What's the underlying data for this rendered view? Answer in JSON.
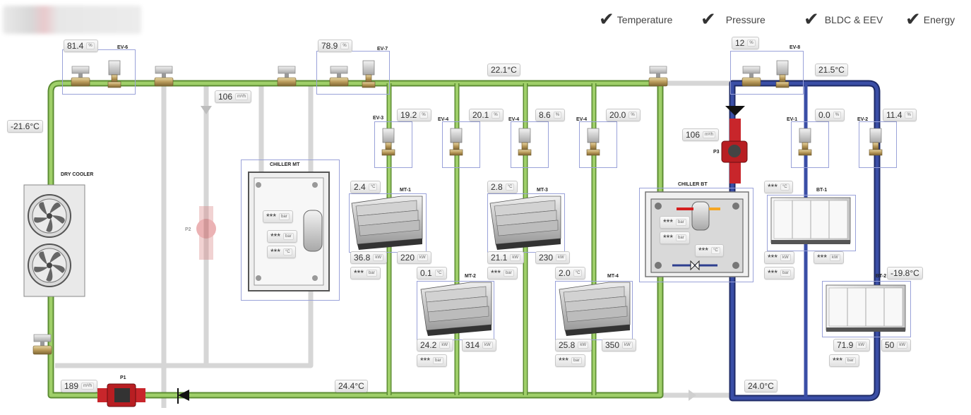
{
  "filters": [
    {
      "label": "Temperature",
      "checked": true
    },
    {
      "label": "Pressure",
      "checked": true
    },
    {
      "label": "BLDC & EEV",
      "checked": true
    },
    {
      "label": "Energy",
      "checked": true
    }
  ],
  "units": {
    "bar": "bar",
    "m3h": "m³/h",
    "pct": "%",
    "kw": "kW",
    "c": "°C"
  },
  "equipment": {
    "dry_cooler": "DRY COOLER",
    "chiller_mt": "CHILLER MT",
    "chiller_bt": "CHILLER BT",
    "mt1": "MT-1",
    "mt2": "MT-2",
    "mt3": "MT-3",
    "mt4": "MT-4",
    "bt1": "BT-1",
    "bt2": "BT-2",
    "p1": "P1",
    "p2": "P2",
    "p3": "P3"
  },
  "valves": {
    "ev6": {
      "label": "EV-6",
      "value": "81.4"
    },
    "ev7": {
      "label": "EV-7",
      "value": "78.9"
    },
    "ev8": {
      "label": "EV-8",
      "value": "12"
    },
    "ev3": {
      "label": "EV-3",
      "value": "19.2"
    },
    "ev4a": {
      "label": "EV-4",
      "value": "20.1"
    },
    "ev4b": {
      "label": "EV-4",
      "value": "8.6"
    },
    "ev4c": {
      "label": "EV-4",
      "value": "20.0"
    },
    "ev1": {
      "label": "EV-1",
      "value": "0.0"
    },
    "ev2": {
      "label": "EV-2",
      "value": "11.4"
    }
  },
  "temperatures": {
    "left_pipe": "-21.6°C",
    "top_pipe": "22.1°C",
    "bottom_pipe": "24.4°C",
    "right_top": "21.5°C",
    "right_bottom": "24.0°C",
    "bt2_side": "-19.8°C"
  },
  "flows": {
    "p2_line": "106",
    "p3_line": "106",
    "p1_line": "189"
  },
  "readouts": {
    "mt1_temp": "2.4",
    "mt1_a": "36.8",
    "mt1_b": "220",
    "mt1_c": "***",
    "mt2_temp": "0.1",
    "mt2_a": "24.2",
    "mt2_b": "314",
    "mt2_c": "***",
    "mt3_temp": "2.8",
    "mt3_a": "21.1",
    "mt3_b": "230",
    "mt3_c": "***",
    "mt4_temp": "2.0",
    "mt4_a": "25.8",
    "mt4_b": "350",
    "mt4_c": "***",
    "bt1_temp": "***",
    "bt1_a": "***",
    "bt1_b": "***",
    "bt1_c": "***",
    "bt2_a": "71.9",
    "bt2_b": "50",
    "bt2_c": "***",
    "chiller_mt_1": "***",
    "chiller_mt_2": "***",
    "chiller_mt_3": "***",
    "chiller_bt_1": "***",
    "chiller_bt_2": "***",
    "chiller_bt_3": "***"
  },
  "colors": {
    "green_pipe": "#8fbf5a",
    "green_edge": "#5c8c33",
    "blue_pipe": "#2e3f8f",
    "grey_pipe": "#d3d3d3",
    "frame": "#9aa2d9",
    "pump_red": "#c8262b"
  }
}
